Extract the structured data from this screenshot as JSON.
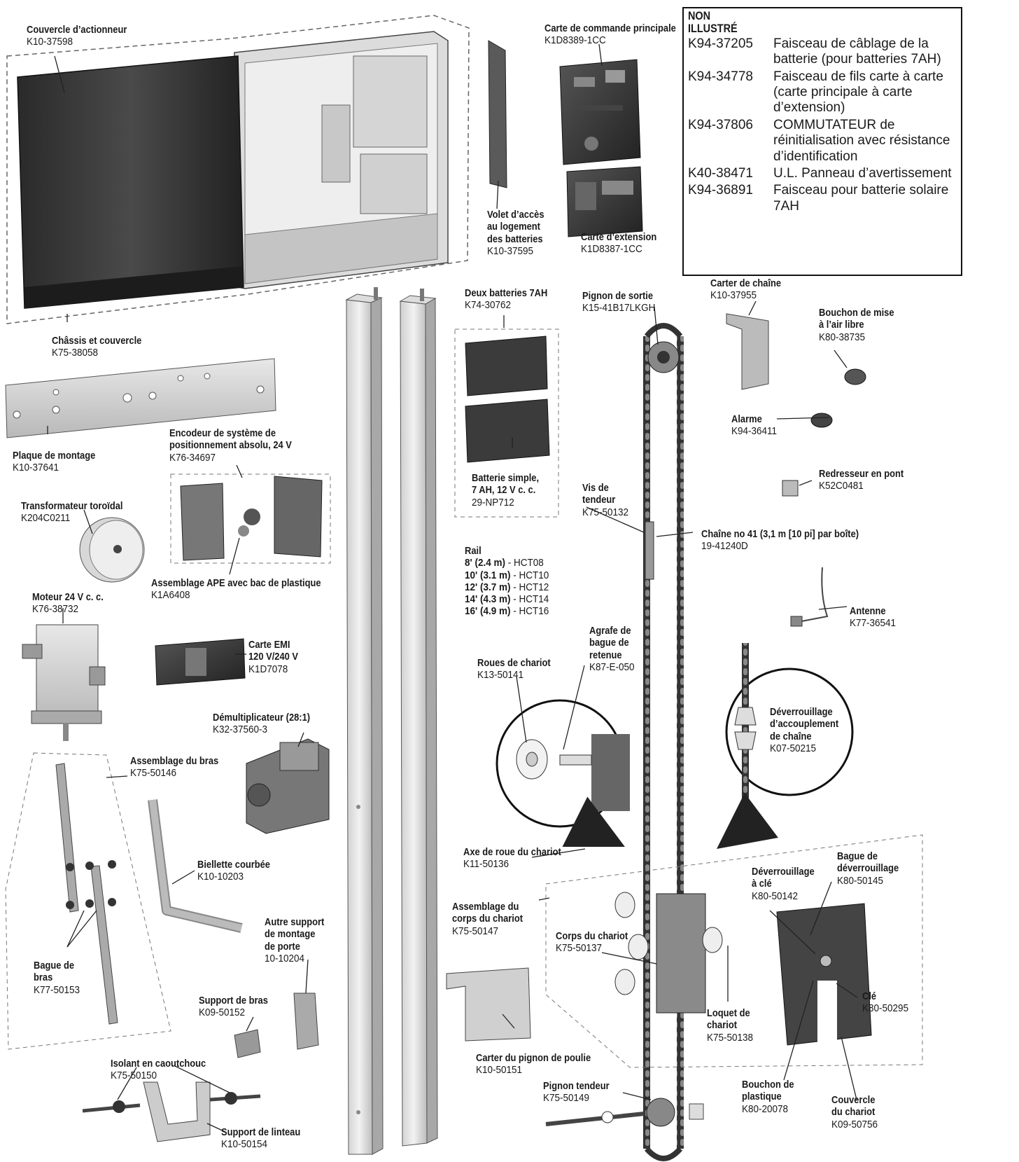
{
  "not_shown": {
    "title": "NON\nILLUSTRÉ",
    "items": [
      {
        "code": "K94-37205",
        "desc": "Faisceau de câblage de la batterie (pour batteries 7AH)"
      },
      {
        "code": "K94-34778",
        "desc": "Faisceau de fils carte à carte (carte principale à carte d’extension)"
      },
      {
        "code": "K94-37806",
        "desc": "COMMUTATEUR de réinitialisation avec résistance d’identification"
      },
      {
        "code": "K40-38471",
        "desc": "U.L. Panneau d’avertissement"
      },
      {
        "code": "K94-36891",
        "desc": "Faisceau pour batterie solaire 7AH"
      }
    ]
  },
  "parts": [
    {
      "id": "couvercle-actionneur",
      "name": "Couvercle d’actionneur",
      "code": "K10-37598"
    },
    {
      "id": "chassis-couvercle",
      "name": "Châssis et couvercle",
      "code": "K75-38058"
    },
    {
      "id": "volet-acces",
      "name": "Volet d’accès\nau logement\ndes batteries",
      "code": "K10-37595"
    },
    {
      "id": "carte-commande",
      "name": "Carte de commande principale",
      "code": "K1D8389-1CC"
    },
    {
      "id": "carte-extension",
      "name": "Carte d’extension",
      "code": "K1D8387-1CC"
    },
    {
      "id": "deux-batteries",
      "name": "Deux batteries 7AH",
      "code": "K74-30762"
    },
    {
      "id": "batterie-simple",
      "name": "Batterie simple,\n7 AH, 12 V c. c.",
      "code": "29-NP712"
    },
    {
      "id": "pignon-sortie",
      "name": "Pignon de sortie",
      "code": "K15-41B17LKGH"
    },
    {
      "id": "carter-chaine",
      "name": "Carter de chaîne",
      "code": "K10-37955"
    },
    {
      "id": "bouchon-mise",
      "name": "Bouchon de mise\nà l’air libre",
      "code": "K80-38735"
    },
    {
      "id": "alarme",
      "name": "Alarme",
      "code": "K94-36411"
    },
    {
      "id": "redresseur",
      "name": "Redresseur en pont",
      "code": "K52C0481"
    },
    {
      "id": "plaque-montage",
      "name": "Plaque de montage",
      "code": "K10-37641"
    },
    {
      "id": "encodeur",
      "name": "Encodeur de système de\npositionnement absolu, 24 V",
      "code": "K76-34697"
    },
    {
      "id": "transformateur",
      "name": "Transformateur toroïdal",
      "code": "K204C0211"
    },
    {
      "id": "assemblage-ape",
      "name": "Assemblage APE avec bac de plastique",
      "code": "K1A6408"
    },
    {
      "id": "moteur",
      "name": "Moteur 24 V c. c.",
      "code": "K76-38732"
    },
    {
      "id": "carte-emi",
      "name": "Carte EMI\n120 V/240 V",
      "code": "K1D7078"
    },
    {
      "id": "vis-tendeur",
      "name": "Vis de\ntendeur",
      "code": "K75-50132"
    },
    {
      "id": "chaine",
      "name": "Chaîne no 41 (3,1 m [10 pi] par boîte)",
      "code": "19-41240D"
    },
    {
      "id": "antenne",
      "name": "Antenne",
      "code": "K77-36541"
    },
    {
      "id": "agrafe",
      "name": "Agrafe de\nbague de\nretenue",
      "code": "K87-E-050"
    },
    {
      "id": "roues-chariot",
      "name": "Roues de chariot",
      "code": "K13-50141"
    },
    {
      "id": "deverrouillage-accouplement",
      "name": "Déverrouillage\nd’accouplement\nde chaîne",
      "code": "K07-50215"
    },
    {
      "id": "demultiplicateur",
      "name": "Démultiplicateur (28:1)",
      "code": "K32-37560-3"
    },
    {
      "id": "assemblage-bras",
      "name": "Assemblage du bras",
      "code": "K75-50146"
    },
    {
      "id": "biellette",
      "name": "Biellette courbée",
      "code": "K10-10203"
    },
    {
      "id": "axe-roue",
      "name": "Axe de roue du chariot",
      "code": "K11-50136"
    },
    {
      "id": "bague-deverrouillage",
      "name": "Bague de\ndéverrouillage",
      "code": "K80-50145"
    },
    {
      "id": "deverrouillage-cle",
      "name": "Déverrouillage\nà clé",
      "code": "K80-50142"
    },
    {
      "id": "assemblage-corps",
      "name": "Assemblage du\ncorps du chariot",
      "code": "K75-50147"
    },
    {
      "id": "corps-chariot",
      "name": "Corps du chariot",
      "code": "K75-50137"
    },
    {
      "id": "autre-support",
      "name": "Autre support\nde montage\nde porte",
      "code": "10-10204"
    },
    {
      "id": "bague-bras",
      "name": "Bague de\nbras",
      "code": "K77-50153"
    },
    {
      "id": "cle",
      "name": "Clé",
      "code": "K80-50295"
    },
    {
      "id": "support-bras",
      "name": "Support de bras",
      "code": "K09-50152"
    },
    {
      "id": "loquet",
      "name": "Loquet de\nchariot",
      "code": "K75-50138"
    },
    {
      "id": "carter-pignon",
      "name": "Carter du pignon de poulie",
      "code": "K10-50151"
    },
    {
      "id": "isolant",
      "name": "Isolant en caoutchouc",
      "code": "K75-50150"
    },
    {
      "id": "pignon-tendeur",
      "name": "Pignon tendeur",
      "code": "K75-50149"
    },
    {
      "id": "bouchon-plastique",
      "name": "Bouchon de\nplastique",
      "code": "K80-20078"
    },
    {
      "id": "couvercle-chariot",
      "name": "Couvercle\ndu chariot",
      "code": "K09-50756"
    },
    {
      "id": "support-linteau",
      "name": "Support de linteau",
      "code": "K10-50154"
    }
  ],
  "rail": {
    "title": "Rail",
    "rows": [
      {
        "len": "8' (2.4 m)",
        "code": "- HCT08"
      },
      {
        "len": "10' (3.1 m)",
        "code": "- HCT10"
      },
      {
        "len": "12' (3.7 m)",
        "code": "- HCT12"
      },
      {
        "len": "14' (4.3 m)",
        "code": "- HCT14"
      },
      {
        "len": "16' (4.9 m)",
        "code": "- HCT16"
      }
    ]
  }
}
